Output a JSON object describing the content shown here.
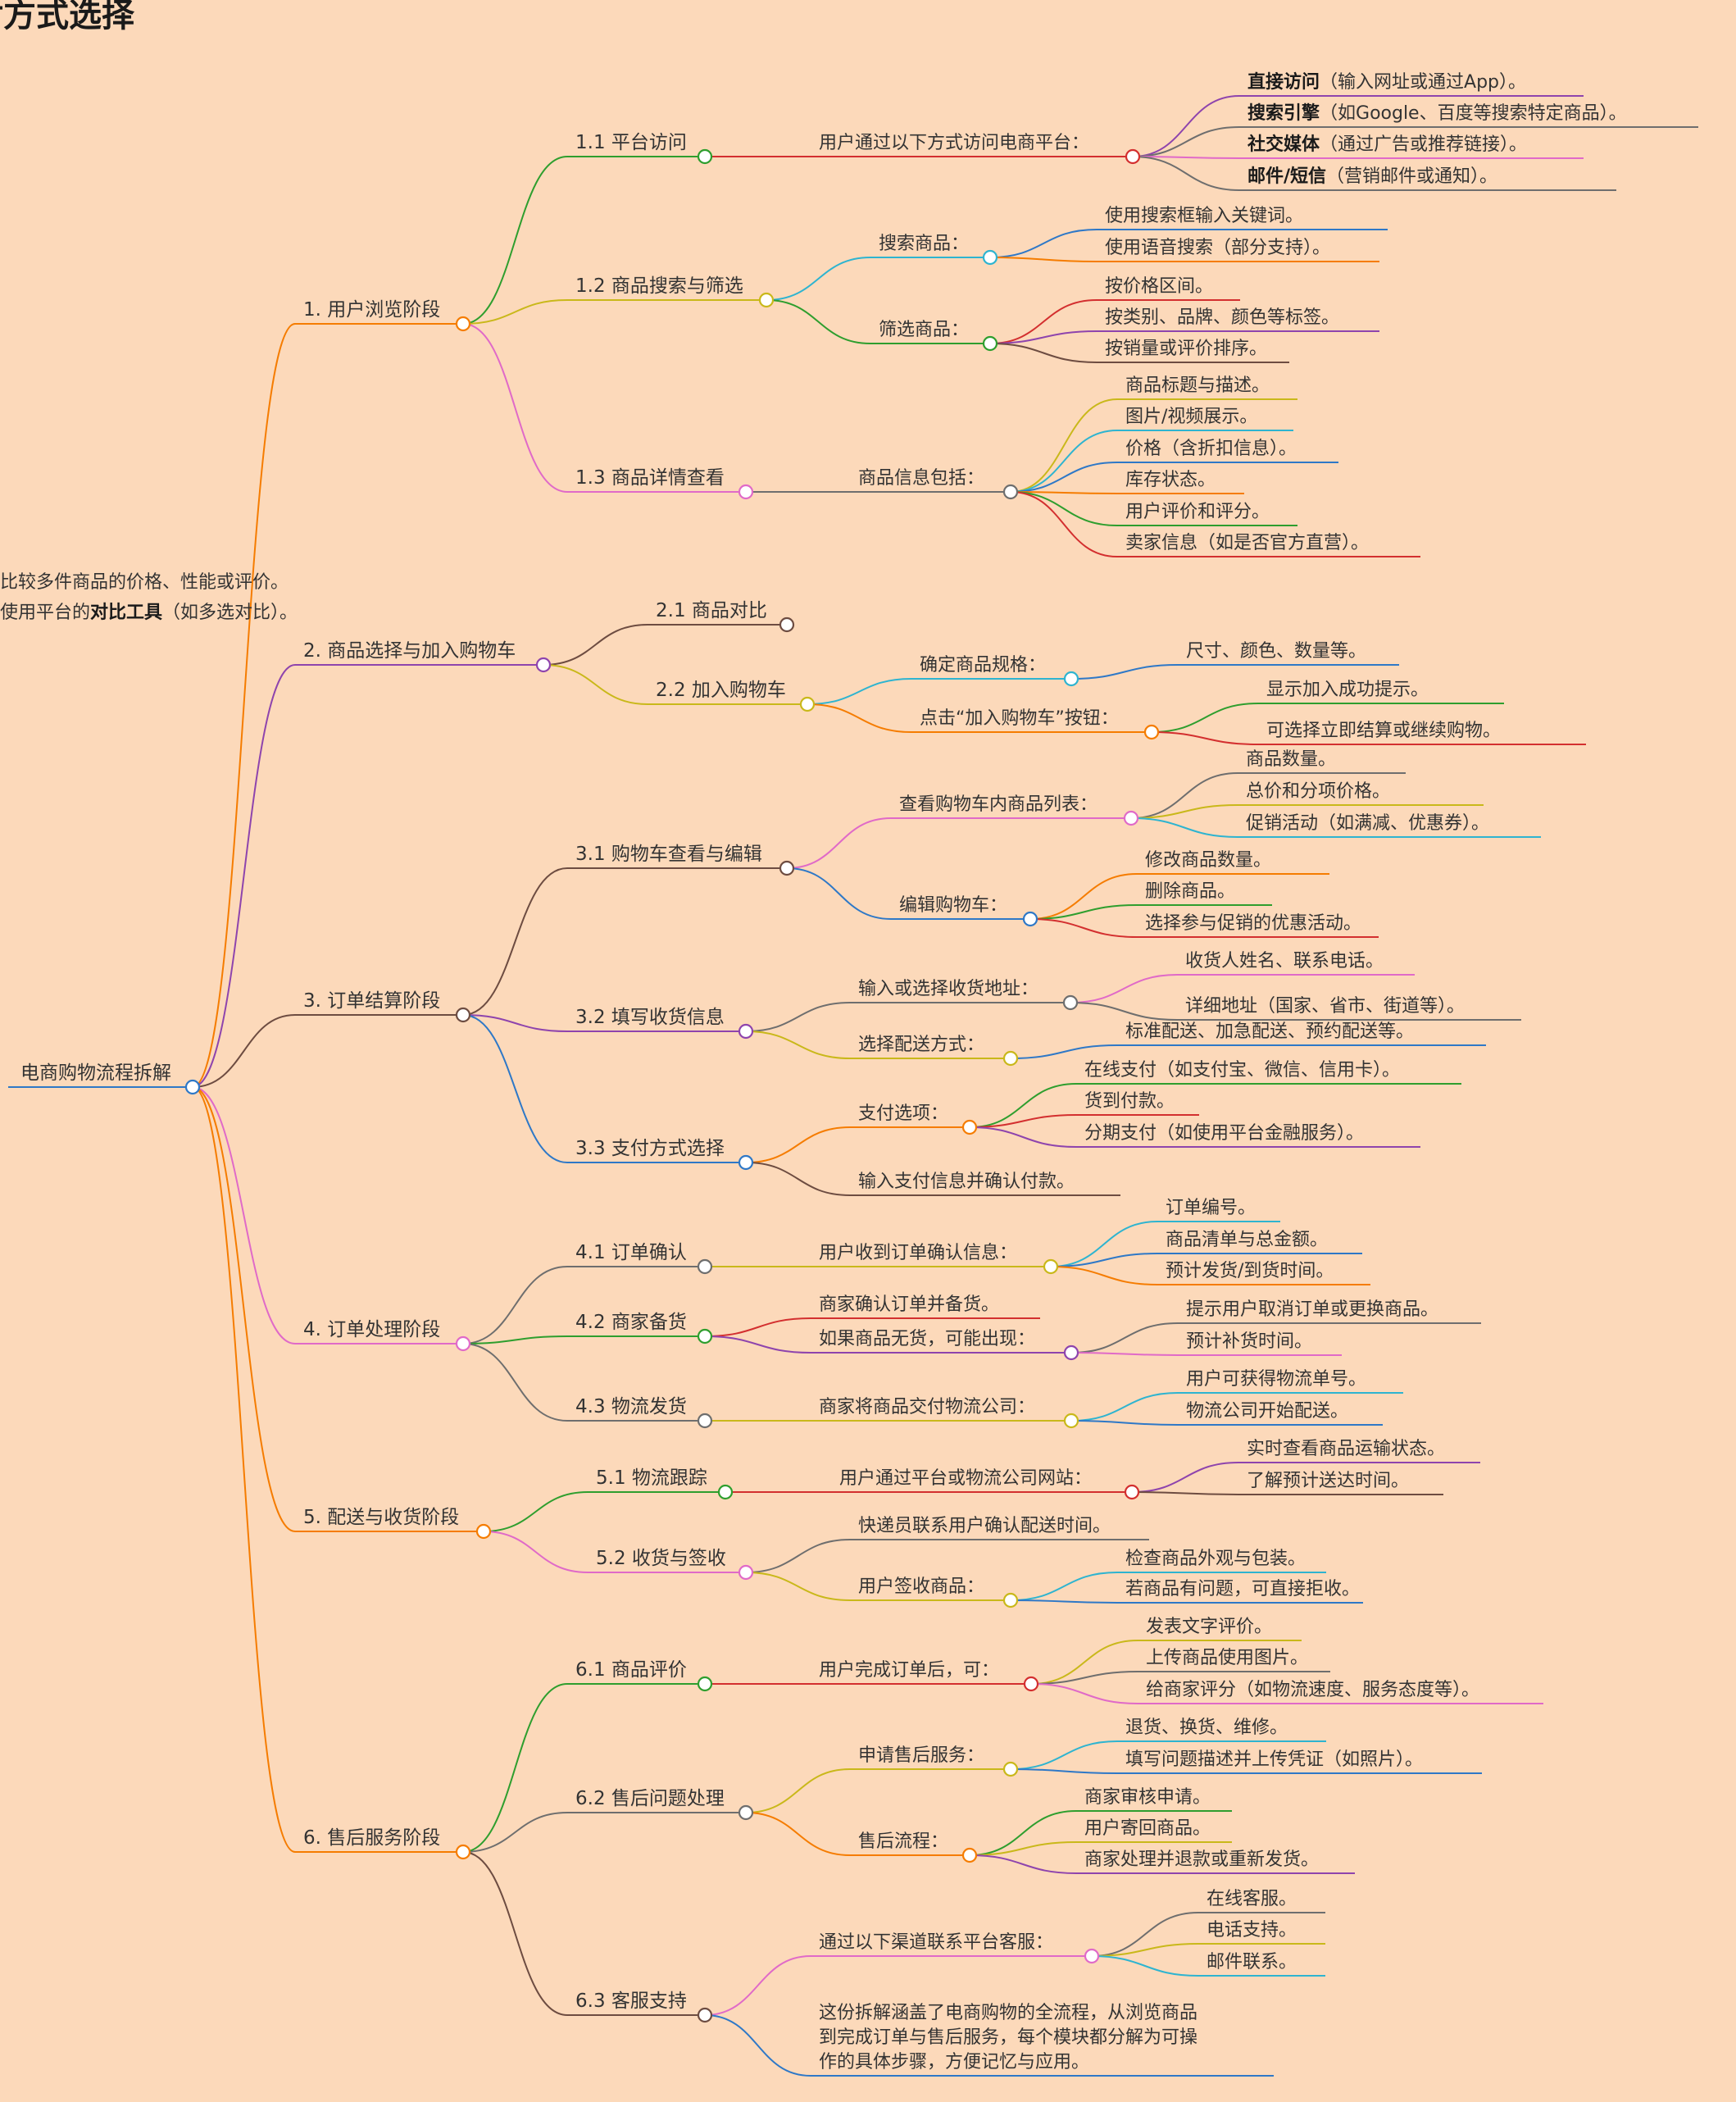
{
  "title": "对方式选择",
  "root": "电商购物流程拆解",
  "colors": {
    "background": "#FCD9BA",
    "text": "#333333",
    "palette": {
      "orange": "#F57C00",
      "purple": "#8E44AD",
      "pink": "#E06AC8",
      "brown": "#6D4C41",
      "blue": "#2E78C7",
      "green": "#2E9E2E",
      "red": "#D32F2F",
      "olive": "#C9B81A",
      "cyan": "#2EB4D0",
      "gray": "#6E6E6E"
    }
  },
  "branches": [
    {
      "label": "1. 用户浏览阶段",
      "children": [
        {
          "label": "1.1 平台访问",
          "children": [
            {
              "label": "用户通过以下方式访问电商平台：",
              "children": [
                {
                  "bold": "直接访问",
                  "label": "（输入网址或通过App）。"
                },
                {
                  "bold": "搜索引擎",
                  "label": "（如Google、百度等搜索特定商品）。"
                },
                {
                  "bold": "社交媒体",
                  "label": "（通过广告或推荐链接）。"
                },
                {
                  "bold": "邮件/短信",
                  "label": "（营销邮件或通知）。"
                }
              ]
            }
          ]
        },
        {
          "label": "1.2 商品搜索与筛选",
          "children": [
            {
              "label": "搜索商品：",
              "children": [
                {
                  "label": "使用搜索框输入关键词。"
                },
                {
                  "label": "使用语音搜索（部分支持）。"
                }
              ]
            },
            {
              "label": "筛选商品：",
              "children": [
                {
                  "label": "按价格区间。"
                },
                {
                  "label": "按类别、品牌、颜色等标签。"
                },
                {
                  "label": "按销量或评价排序。"
                }
              ]
            }
          ]
        },
        {
          "label": "1.3 商品详情查看",
          "children": [
            {
              "label": "商品信息包括：",
              "children": [
                {
                  "label": "商品标题与描述。"
                },
                {
                  "label": "图片/视频展示。"
                },
                {
                  "label": "价格（含折扣信息）。"
                },
                {
                  "label": "库存状态。"
                },
                {
                  "label": "用户评价和评分。"
                },
                {
                  "label": "卖家信息（如是否官方直营）。"
                }
              ]
            }
          ]
        }
      ]
    },
    {
      "label": "2. 商品选择与加入购物车",
      "children": [
        {
          "label": "2.1 商品对比",
          "children": [
            {
              "label": "比较多件商品的价格、性能或评价。"
            },
            {
              "pre": "使用平台的",
              "bold": "对比工具",
              "label": "（如多选对比）。"
            }
          ]
        },
        {
          "label": "2.2 加入购物车",
          "children": [
            {
              "label": "确定商品规格：",
              "children": [
                {
                  "label": "尺寸、颜色、数量等。"
                }
              ]
            },
            {
              "label": "点击“加入购物车”按钮：",
              "children": [
                {
                  "label": "显示加入成功提示。"
                },
                {
                  "label": "可选择立即结算或继续购物。"
                }
              ]
            }
          ]
        }
      ]
    },
    {
      "label": "3. 订单结算阶段",
      "children": [
        {
          "label": "3.1 购物车查看与编辑",
          "children": [
            {
              "label": "查看购物车内商品列表：",
              "children": [
                {
                  "label": "商品数量。"
                },
                {
                  "label": "总价和分项价格。"
                },
                {
                  "label": "促销活动（如满减、优惠券）。"
                }
              ]
            },
            {
              "label": "编辑购物车：",
              "children": [
                {
                  "label": "修改商品数量。"
                },
                {
                  "label": "删除商品。"
                },
                {
                  "label": "选择参与促销的优惠活动。"
                }
              ]
            }
          ]
        },
        {
          "label": "3.2 填写收货信息",
          "children": [
            {
              "label": "输入或选择收货地址：",
              "children": [
                {
                  "label": "收货人姓名、联系电话。"
                },
                {
                  "label": "详细地址（国家、省市、街道等）。"
                }
              ]
            },
            {
              "label": "选择配送方式：",
              "children": [
                {
                  "label": "标准配送、加急配送、预约配送等。"
                }
              ]
            }
          ]
        },
        {
          "label": "3.3 支付方式选择",
          "children": [
            {
              "label": "支付选项：",
              "children": [
                {
                  "label": "在线支付（如支付宝、微信、信用卡）。"
                },
                {
                  "label": "货到付款。"
                },
                {
                  "label": "分期支付（如使用平台金融服务）。"
                }
              ]
            },
            {
              "label": "输入支付信息并确认付款。"
            }
          ]
        }
      ]
    },
    {
      "label": "4. 订单处理阶段",
      "children": [
        {
          "label": "4.1 订单确认",
          "children": [
            {
              "label": "用户收到订单确认信息：",
              "children": [
                {
                  "label": "订单编号。"
                },
                {
                  "label": "商品清单与总金额。"
                },
                {
                  "label": "预计发货/到货时间。"
                }
              ]
            }
          ]
        },
        {
          "label": "4.2 商家备货",
          "children": [
            {
              "label": "商家确认订单并备货。"
            },
            {
              "label": "如果商品无货，可能出现：",
              "children": [
                {
                  "label": "提示用户取消订单或更换商品。"
                },
                {
                  "label": "预计补货时间。"
                }
              ]
            }
          ]
        },
        {
          "label": "4.3 物流发货",
          "children": [
            {
              "label": "商家将商品交付物流公司：",
              "children": [
                {
                  "label": "用户可获得物流单号。"
                },
                {
                  "label": "物流公司开始配送。"
                }
              ]
            }
          ]
        }
      ]
    },
    {
      "label": "5. 配送与收货阶段",
      "children": [
        {
          "label": "5.1 物流跟踪",
          "children": [
            {
              "label": "用户通过平台或物流公司网站：",
              "children": [
                {
                  "label": "实时查看商品运输状态。"
                },
                {
                  "label": "了解预计送达时间。"
                }
              ]
            }
          ]
        },
        {
          "label": "5.2 收货与签收",
          "children": [
            {
              "label": "快递员联系用户确认配送时间。"
            },
            {
              "label": "用户签收商品：",
              "children": [
                {
                  "label": "检查商品外观与包装。"
                },
                {
                  "label": "若商品有问题，可直接拒收。"
                }
              ]
            }
          ]
        }
      ]
    },
    {
      "label": "6. 售后服务阶段",
      "children": [
        {
          "label": "6.1 商品评价",
          "children": [
            {
              "label": "用户完成订单后，可：",
              "children": [
                {
                  "label": "发表文字评价。"
                },
                {
                  "label": "上传商品使用图片。"
                },
                {
                  "label": "给商家评分（如物流速度、服务态度等）。"
                }
              ]
            }
          ]
        },
        {
          "label": "6.2 售后问题处理",
          "children": [
            {
              "label": "申请售后服务：",
              "children": [
                {
                  "label": "退货、换货、维修。"
                },
                {
                  "label": "填写问题描述并上传凭证（如照片）。"
                }
              ]
            },
            {
              "label": "售后流程：",
              "children": [
                {
                  "label": "商家审核申请。"
                },
                {
                  "label": "用户寄回商品。"
                },
                {
                  "label": "商家处理并退款或重新发货。"
                }
              ]
            }
          ]
        },
        {
          "label": "6.3 客服支持",
          "children": [
            {
              "label": "通过以下渠道联系平台客服：",
              "children": [
                {
                  "label": "在线客服。"
                },
                {
                  "label": "电话支持。"
                },
                {
                  "label": "邮件联系。"
                }
              ]
            },
            {
              "label": "这份拆解涵盖了电商购物的全流程，从浏览商品\n到完成订单与售后服务，每个模块都分解为可操\n作的具体步骤，方便记忆与应用。"
            }
          ]
        }
      ]
    }
  ]
}
